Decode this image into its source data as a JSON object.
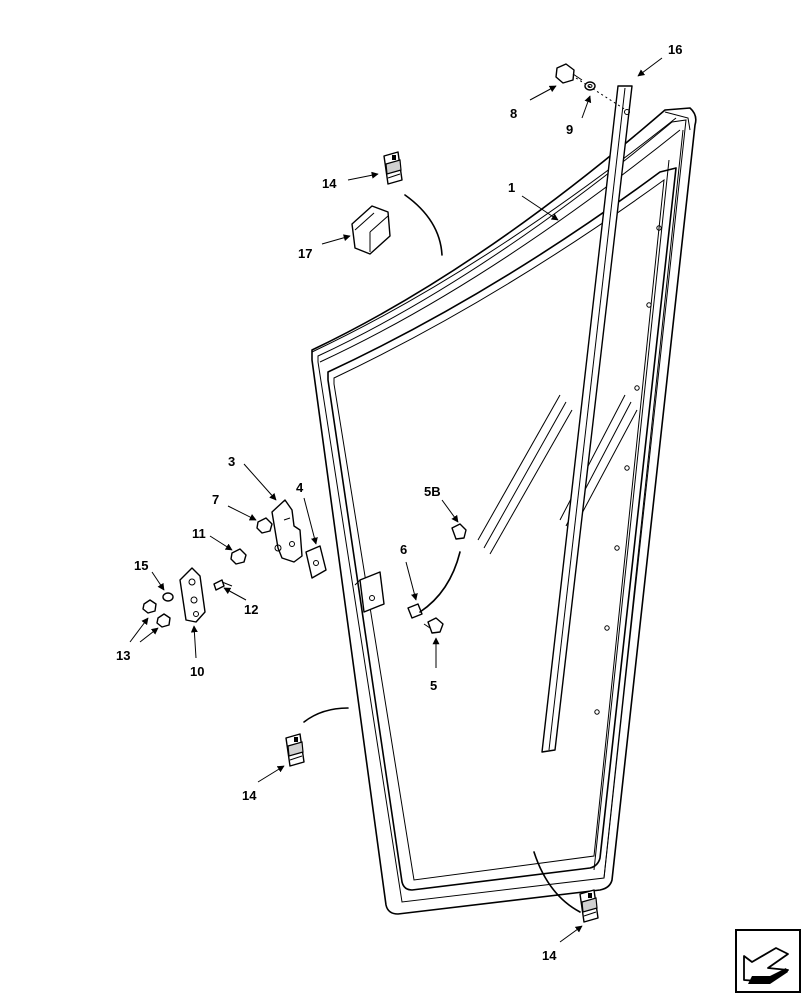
{
  "callouts": {
    "c1": "1",
    "c3": "3",
    "c4": "4",
    "c5": "5",
    "c5b": "5B",
    "c6": "6",
    "c7": "7",
    "c8": "8",
    "c9": "9",
    "c10": "10",
    "c11": "11",
    "c12": "12",
    "c13": "13",
    "c14a": "14",
    "c14b": "14",
    "c14c": "14",
    "c15": "15",
    "c16": "16",
    "c17": "17"
  },
  "icons": {
    "direction": "forward-arrow-icon"
  }
}
